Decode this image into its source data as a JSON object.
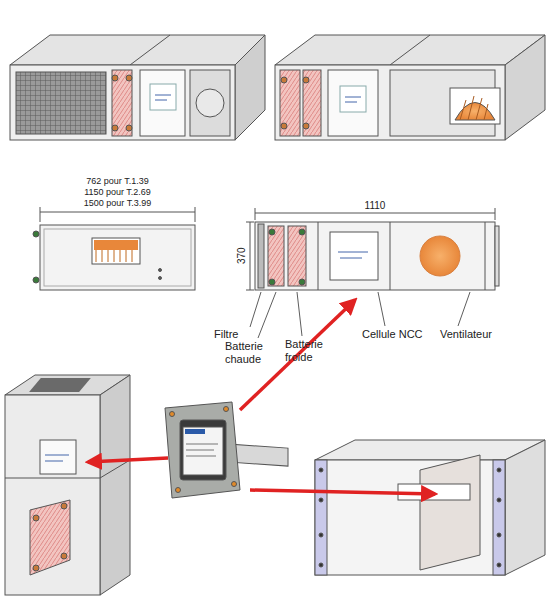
{
  "diagram": {
    "labels": [
      "762 pour T.1.39",
      "1150 pour T.2.69",
      "1500 pour T.3.99",
      "1110",
      "370",
      "Filtre",
      "Batterie chaude",
      "Batterie froide",
      "Cellule NCC",
      "Ventilateur"
    ]
  }
}
